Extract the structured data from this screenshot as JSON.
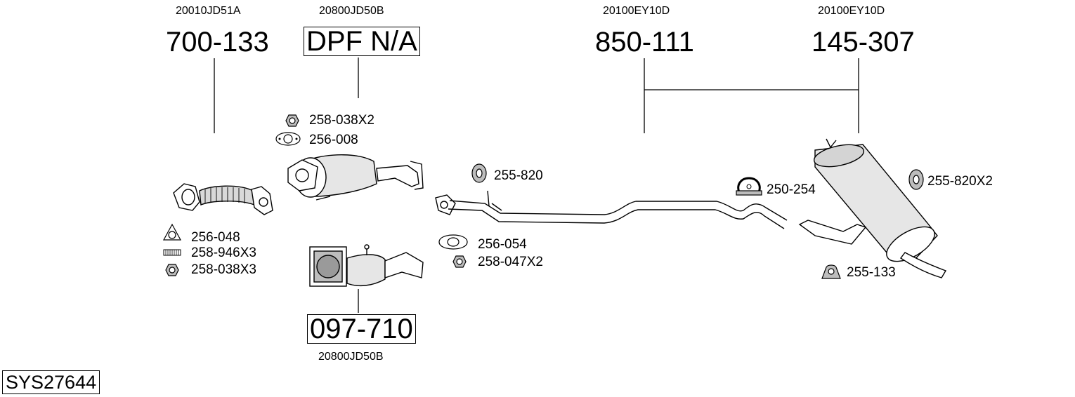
{
  "system_code": "SYS27644",
  "groups": [
    {
      "oem": "20010JD51A",
      "part": "700-133"
    },
    {
      "oem": "20800JD50B",
      "part": "DPF N/A"
    },
    {
      "oem": "20100EY10D",
      "part": "850-111"
    },
    {
      "oem": "20100EY10D",
      "part": "145-307"
    }
  ],
  "lower_group": {
    "part": "097-710",
    "oem": "20800JD50B"
  },
  "accessories": {
    "a1": "258-038X2",
    "a2": "256-008",
    "a3": "256-048",
    "a4": "258-946X3",
    "a5": "258-038X3",
    "a6": "255-820",
    "a7": "256-054",
    "a8": "258-047X2",
    "a9": "250-254",
    "a10": "255-820X2",
    "a11": "255-133"
  },
  "icons": {
    "nut": "hex-nut-icon",
    "gasket": "gasket-icon",
    "bolt": "bolt-icon",
    "rubber_hanger": "rubber-hanger-icon",
    "clamp": "clamp-icon",
    "bracket": "rubber-bracket-icon"
  },
  "colors": {
    "ink": "#000000",
    "shade": "#bdbdbd",
    "background": "#ffffff"
  }
}
